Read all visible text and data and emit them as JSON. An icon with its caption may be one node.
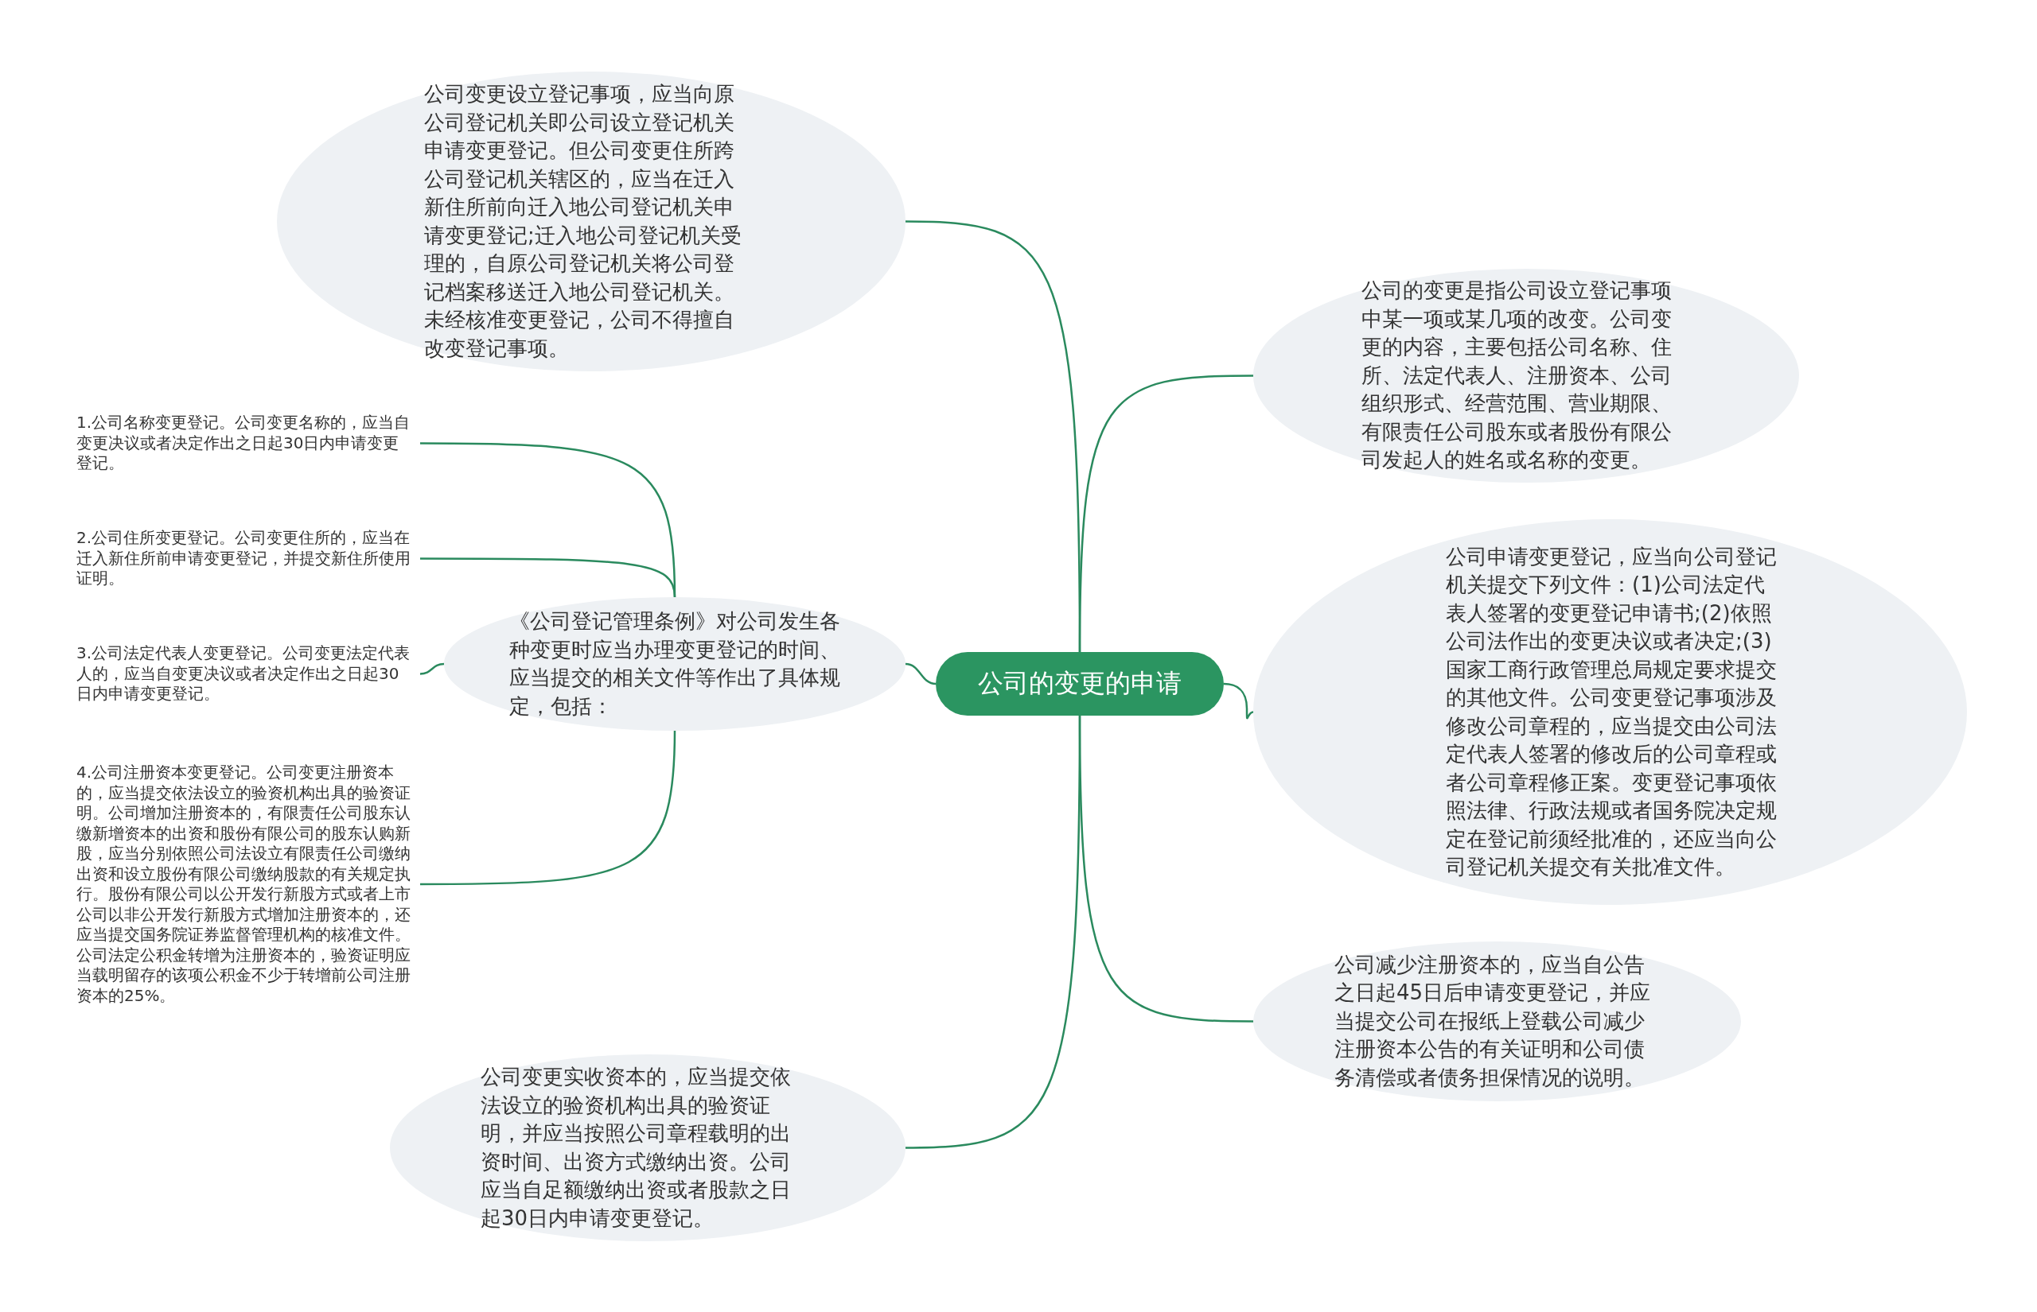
{
  "diagram": {
    "nodes": [
      {
        "text": [
          "公司的变更的申请"
        ]
      },
      {
        "text": [
          "公司变更设立登记事项，应当向原公司登记机关即公司设立登记机关申请变更登记。但公司变更住所跨公司登记机关辖区的，应当在迁入新住所前向迁入地公司登记机关申请变更登记;迁入地公司登记机关受理的，自原公司登记机关将公司登记档案移送迁入地公司登记机关。未经核准变更登记，公司不得擅自改变登记事项。"
        ]
      },
      {
        "text": [
          "公司的变更是指公司设立登记事项中某一项或某几项的改变。公司变更的内容，主要包括公司名称、住所、法定代表人、注册资本、公司组织形式、经营范围、营业期限、有限责任公司股东或者股份有限公司发起人的姓名或名称的变更。"
        ]
      },
      {
        "text": [
          "《公司登记管理条例》对公司发生各种变更时应当办理变更登记的时间、应当提交的相关文件等作出了具体规定，包括："
        ]
      },
      {
        "text": [
          "1.公司名称变更登记。公司变更名称的，应当自变更决议或者决定作出之日起30日内申请变更登记。"
        ]
      },
      {
        "text": [
          "2.公司住所变更登记。公司变更住所的，应当在迁入新住所前申请变更登记，并提交新住所使用证明。"
        ]
      },
      {
        "text": [
          "3.公司法定代表人变更登记。公司变更法定代表人的，应当自变更决议或者决定作出之日起30日内申请变更登记。"
        ]
      },
      {
        "text": [
          "4.公司注册资本变更登记。公司变更注册资本的，应当提交依法设立的验资机构出具的验资证明。公司增加注册资本的，有限责任公司股东认缴新增资本的出资和股份有限公司的股东认购新股，应当分别依照公司法设立有限责任公司缴纳出资和设立股份有限公司缴纳股款的有关规定执行。股份有限公司以公开发行新股方式或者上市公司以非公开发行新股方式增加注册资本的，还应当提交国务院证券监督管理机构的核准文件。公司法定公积金转增为注册资本的，验资证明应当载明留存的该项公积金不少于转增前公司注册资本的25%。"
        ]
      },
      {
        "text": [
          "公司申请变更登记，应当向公司登记机关提交下列文件：(1)公司法定代表人签署的变更登记申请书;(2)依照公司法作出的变更决议或者决定;(3)国家工商行政管理总局规定要求提交的其他文件。公司变更登记事项涉及修改公司章程的，应当提交由公司法定代表人签署的修改后的公司章程或者公司章程修正案。变更登记事项依照法律、行政法规或者国务院决定规定在登记前须经批准的，还应当向公司登记机关提交有关批准文件。"
        ]
      },
      {
        "text": [
          "公司减少注册资本的，应当自公告之日起45日后申请变更登记，并应当提交公司在报纸上登载公司减少注册资本公告的有关证明和公司债务清偿或者债务担保情况的说明。"
        ]
      },
      {
        "text": [
          "公司变更实收资本的，应当提交依法设立的验资机构出具的验资证明，并应当按照公司章程载明的出资时间、出资方式缴纳出资。公司应当自足额缴纳出资或者股款之日起30日内申请变更登记。"
        ]
      }
    ],
    "edges": [
      {
        "from": 0,
        "to": 1,
        "arrow": "none"
      },
      {
        "from": 0,
        "to": 2,
        "arrow": "none"
      },
      {
        "from": 0,
        "to": 3,
        "arrow": "none"
      },
      {
        "from": 3,
        "to": 4,
        "arrow": "none"
      },
      {
        "from": 3,
        "to": 5,
        "arrow": "none"
      },
      {
        "from": 3,
        "to": 6,
        "arrow": "none"
      },
      {
        "from": 3,
        "to": 7,
        "arrow": "none"
      },
      {
        "from": 0,
        "to": 8,
        "arrow": "none"
      },
      {
        "from": 0,
        "to": 9,
        "arrow": "none"
      },
      {
        "from": 0,
        "to": 10,
        "arrow": "none"
      }
    ]
  }
}
